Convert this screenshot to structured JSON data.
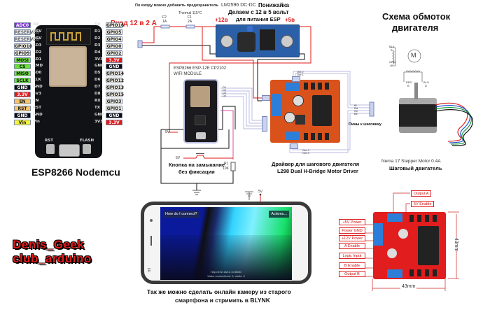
{
  "nodemcu": {
    "title": "ESP8266 Nodemcu",
    "left_pins": [
      {
        "tag": "ADC0",
        "pin": "A0",
        "color": "#7b2fd6",
        "text": "#fff"
      },
      {
        "tag": "RESERVED",
        "pin": "RSV",
        "color": "#e8ecf2",
        "text": "#666"
      },
      {
        "tag": "RESERVED",
        "pin": "RSV",
        "color": "#e8ecf2",
        "text": "#666"
      },
      {
        "tag": "GPIO10",
        "pin": "SD3",
        "color": "#f2f0e4",
        "text": "#222"
      },
      {
        "tag": "GPIO9",
        "pin": "SD2",
        "color": "#f2f0e4",
        "text": "#222"
      },
      {
        "tag": "MOSI",
        "pin": "SD1",
        "color": "#6ce03a",
        "text": "#111"
      },
      {
        "tag": "CS",
        "pin": "CMD",
        "color": "#6ce03a",
        "text": "#111"
      },
      {
        "tag": "MISO",
        "pin": "SD0",
        "color": "#6ce03a",
        "text": "#111"
      },
      {
        "tag": "SCLK",
        "pin": "CLK",
        "color": "#6ce03a",
        "text": "#111"
      },
      {
        "tag": "GND",
        "pin": "GND",
        "color": "#0c0c14",
        "text": "#fff"
      },
      {
        "tag": "3.3V",
        "pin": "3V3",
        "color": "#e81818",
        "text": "#fff"
      },
      {
        "tag": "EN",
        "pin": "EN",
        "color": "#f6c46a",
        "text": "#222"
      },
      {
        "tag": "RST",
        "pin": "RST",
        "color": "#f6c46a",
        "text": "#222"
      },
      {
        "tag": "GND",
        "pin": "GND",
        "color": "#0c0c14",
        "text": "#fff"
      },
      {
        "tag": "Vin",
        "pin": "Vin",
        "color": "#f4f43a",
        "text": "#222"
      }
    ],
    "right_pins": [
      {
        "tag": "GPIO16",
        "pin": "D0",
        "color": "#f2f0e4",
        "text": "#222"
      },
      {
        "tag": "GPIO5",
        "pin": "D1",
        "color": "#f2f0e4",
        "text": "#222"
      },
      {
        "tag": "GPIO4",
        "pin": "D2",
        "color": "#f2f0e4",
        "text": "#222"
      },
      {
        "tag": "GPIO0",
        "pin": "D3",
        "color": "#f2f0e4",
        "text": "#222"
      },
      {
        "tag": "GPIO2",
        "pin": "D4",
        "color": "#f2f0e4",
        "text": "#222"
      },
      {
        "tag": "3.3V",
        "pin": "3V3",
        "color": "#e81818",
        "text": "#fff"
      },
      {
        "tag": "GND",
        "pin": "GND",
        "color": "#0c0c14",
        "text": "#fff"
      },
      {
        "tag": "GPIO14",
        "pin": "D5",
        "color": "#f2f0e4",
        "text": "#222"
      },
      {
        "tag": "GPIO12",
        "pin": "D6",
        "color": "#f2f0e4",
        "text": "#222"
      },
      {
        "tag": "GPIO13",
        "pin": "D7",
        "color": "#f2f0e4",
        "text": "#222"
      },
      {
        "tag": "GPIO15",
        "pin": "D8",
        "color": "#f2f0e4",
        "text": "#222"
      },
      {
        "tag": "GPIO3",
        "pin": "RX",
        "color": "#f2f0e4",
        "text": "#222"
      },
      {
        "tag": "GPIO1",
        "pin": "TX",
        "color": "#f2f0e4",
        "text": "#222"
      },
      {
        "tag": "GND",
        "pin": "GND",
        "color": "#0c0c14",
        "text": "#fff"
      },
      {
        "tag": "3.3V",
        "pin": "3V3",
        "color": "#e81818",
        "text": "#fff"
      }
    ],
    "bottom_buttons": [
      "RST",
      "FLASH"
    ]
  },
  "power": {
    "input_label": "Вход 12 в 2 А",
    "fuse_note": "По входу можно добавить предохранитель",
    "fuse2": {
      "name": "F2",
      "rating": "1A"
    },
    "fuse1": {
      "name": "F1",
      "rating": "2A",
      "note": "Thermal 115°C"
    },
    "converter_name": "LM2596 DC-DC",
    "converter_type": "Понижайка",
    "converter_desc_1": "Делаем с 12 в 5 вольт",
    "converter_desc_2": "для питания ESP",
    "in_voltage": "+12в",
    "out_voltage": "+5в"
  },
  "esp_module": {
    "title_1": "ESP8266 ESP-12E CP2102",
    "title_2": "WIFI MODULE",
    "pins": [
      "D1",
      "D2",
      "D3",
      "D4"
    ],
    "supply_label": "5V"
  },
  "button_circuit": {
    "supply_label": "5V",
    "resistor_name": "R1",
    "resistor_value": "10K",
    "caption_1": "Кнопка на замыкание",
    "caption_2": "без фиксации"
  },
  "driver": {
    "inputs_power": [
      "12v",
      "5v"
    ],
    "inputs_logic": [
      "In1",
      "In2",
      "In3",
      "In4"
    ],
    "outputs_top": [
      "Out 2",
      "Out 1"
    ],
    "outputs_bottom": [
      "Out 4",
      "Out 3"
    ],
    "connector_pins": [
      "Bl",
      "Rd",
      "Gn",
      "Bk"
    ],
    "connector_label": "Пины к шаговику",
    "caption_1": "Драйвер для шагового двигателя",
    "caption_2": "L298 Dual H-Bridge Motor Driver"
  },
  "motor": {
    "title_1": "Схема обмоток",
    "title_2": "двигателя",
    "coil_labels": [
      {
        "wire": "BLK",
        "letter": "A"
      },
      {
        "wire": "GRN",
        "letter": "C"
      },
      {
        "wire": "RED",
        "letter": "B"
      },
      {
        "wire": "BLU",
        "letter": "D"
      }
    ],
    "symbol": "M",
    "model": "Nema 17 Stepper Motor 0.4A",
    "caption": "Шаговый двигатель"
  },
  "phone": {
    "supply_label": "5V",
    "btn_connect": "How do I connect?",
    "btn_actions": "Actions...",
    "url_line": "http://192.168.0.10:8080",
    "stats_line": "Video connections: 0, audio: 0",
    "brand": "mi",
    "caption_1": "Так же можно сделать онлайн камеру из старого",
    "caption_2": "смартфона и стримить в BLYNK"
  },
  "board_labels": {
    "left": [
      "+5V Power",
      "Power GND",
      "+12V Power",
      "A Enable",
      "Logic Input",
      "B Enable",
      "Output B"
    ],
    "top": [
      "Output A",
      "5V Enable"
    ],
    "dim_h": "43mm",
    "dim_v": "43mm"
  },
  "watermark": {
    "line1": "Denis_Geek",
    "line2": "club_arduino"
  }
}
